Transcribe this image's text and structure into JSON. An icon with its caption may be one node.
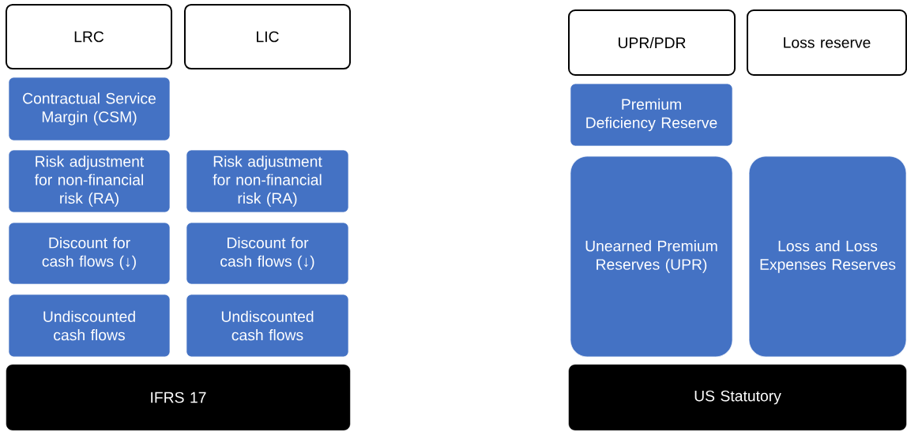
{
  "diagram": {
    "nodes": [
      {
        "text": [
          "LRC"
        ]
      },
      {
        "text": [
          "LIC"
        ]
      },
      {
        "text": [
          "Contractual Service Margin (CSM)"
        ]
      },
      {
        "text": [
          "Risk adjustment for non-financial risk (RA)"
        ]
      },
      {
        "text": [
          "Discount for cash flows (↓)"
        ]
      },
      {
        "text": [
          "Undiscounted cash flows"
        ]
      },
      {
        "text": [
          "Risk adjustment for non-financial risk (RA)"
        ]
      },
      {
        "text": [
          "Discount for cash flows (↓)"
        ]
      },
      {
        "text": [
          "Undiscounted cash flows"
        ]
      },
      {
        "text": [
          "IFRS 17"
        ]
      },
      {
        "text": [
          "UPR/PDR"
        ]
      },
      {
        "text": [
          "Loss reserve"
        ]
      },
      {
        "text": [
          "Premium Deficiency Reserve"
        ]
      },
      {
        "text": [
          "Unearned Premium Reserves (UPR)"
        ]
      },
      {
        "text": [
          "Loss and Loss Expenses Reserves"
        ]
      },
      {
        "text": [
          "US Statutory"
        ]
      }
    ]
  }
}
